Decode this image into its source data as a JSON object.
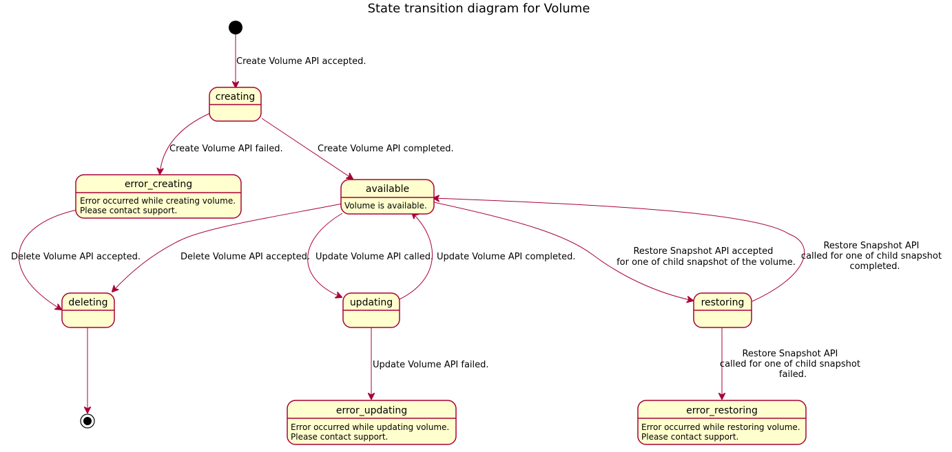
{
  "title": "State transition diagram for Volume",
  "colors": {
    "state_fill": "#FEFECE",
    "state_border": "#A80036",
    "edge": "#A80036",
    "pseudo": "#000000"
  },
  "states": {
    "creating": {
      "name": "creating",
      "desc": []
    },
    "error_creating": {
      "name": "error_creating",
      "desc": [
        "Error occurred while creating volume.",
        "Please contact support."
      ]
    },
    "available": {
      "name": "available",
      "desc": [
        "Volume is available."
      ]
    },
    "deleting": {
      "name": "deleting",
      "desc": []
    },
    "updating": {
      "name": "updating",
      "desc": []
    },
    "restoring": {
      "name": "restoring",
      "desc": []
    },
    "error_updating": {
      "name": "error_updating",
      "desc": [
        "Error occurred while updating volume.",
        "Please contact support."
      ]
    },
    "error_restoring": {
      "name": "error_restoring",
      "desc": [
        "Error occurred while restoring volume.",
        "Please contact support."
      ]
    }
  },
  "transitions": {
    "start_to_creating": {
      "from": "start",
      "to": "creating",
      "label": [
        "Create Volume API accepted."
      ]
    },
    "creating_to_error_creating": {
      "from": "creating",
      "to": "error_creating",
      "label": [
        "Create Volume API failed."
      ]
    },
    "creating_to_available": {
      "from": "creating",
      "to": "available",
      "label": [
        "Create Volume API completed."
      ]
    },
    "error_creating_to_deleting": {
      "from": "error_creating",
      "to": "deleting",
      "label": [
        "Delete Volume API accepted."
      ]
    },
    "available_to_deleting": {
      "from": "available",
      "to": "deleting",
      "label": [
        "Delete Volume API accepted."
      ]
    },
    "available_to_updating": {
      "from": "available",
      "to": "updating",
      "label": [
        "Update Volume API called."
      ]
    },
    "updating_to_available": {
      "from": "updating",
      "to": "available",
      "label": [
        "Update Volume API completed."
      ]
    },
    "available_to_restoring": {
      "from": "available",
      "to": "restoring",
      "label": [
        "Restore Snapshot API accepted",
        "for one of child snapshot of the volume."
      ]
    },
    "restoring_to_available": {
      "from": "restoring",
      "to": "available",
      "label": [
        "Restore Snapshot API",
        "called for one of child snapshot",
        "completed."
      ]
    },
    "updating_to_error_updating": {
      "from": "updating",
      "to": "error_updating",
      "label": [
        "Update Volume API failed."
      ]
    },
    "restoring_to_error_restoring": {
      "from": "restoring",
      "to": "error_restoring",
      "label": [
        "Restore Snapshot API",
        "called for one of child snapshot",
        "failed."
      ]
    },
    "deleting_to_end": {
      "from": "deleting",
      "to": "end",
      "label": []
    }
  }
}
